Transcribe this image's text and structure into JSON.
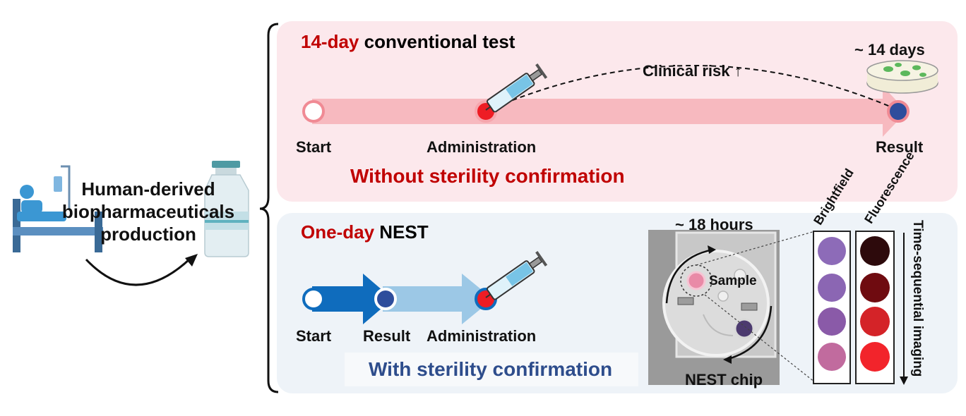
{
  "left": {
    "production_lines": [
      "Human-derived",
      "biopharmaceuticals",
      "production"
    ]
  },
  "top_panel": {
    "title_highlight": "14-day",
    "title_rest": "conventional test",
    "duration": "~ 14 days",
    "risk_label": "Clinical risk ↑",
    "start_label": "Start",
    "admin_label": "Administration",
    "result_label": "Result",
    "caption": "Without sterility confirmation"
  },
  "bottom_panel": {
    "title_highlight": "One-day",
    "title_rest": "NEST",
    "start_label": "Start",
    "result_label": "Result",
    "admin_label": "Administration",
    "caption": "With sterility confirmation",
    "duration": "~ 18 hours",
    "sample_label": "Sample",
    "chip_label": "NEST chip",
    "brightfield_label": "Brightfield",
    "fluorescence_label": "Fluorescence",
    "time_label": "Time-sequential imaging"
  },
  "colors": {
    "red_accent": "#c00000",
    "blue_accent": "#2e4d8c",
    "pink_arrow": "#f7b9bf",
    "blue_dark": "#0f6cbd",
    "blue_light": "#9cc8e6",
    "brightfield_wells": [
      "#8d6bb8",
      "#8b66b3",
      "#8a5aa8",
      "#c16b9e"
    ],
    "fluorescence_wells": [
      "#2d0a0c",
      "#6f0b10",
      "#d42328",
      "#f2242b"
    ]
  }
}
